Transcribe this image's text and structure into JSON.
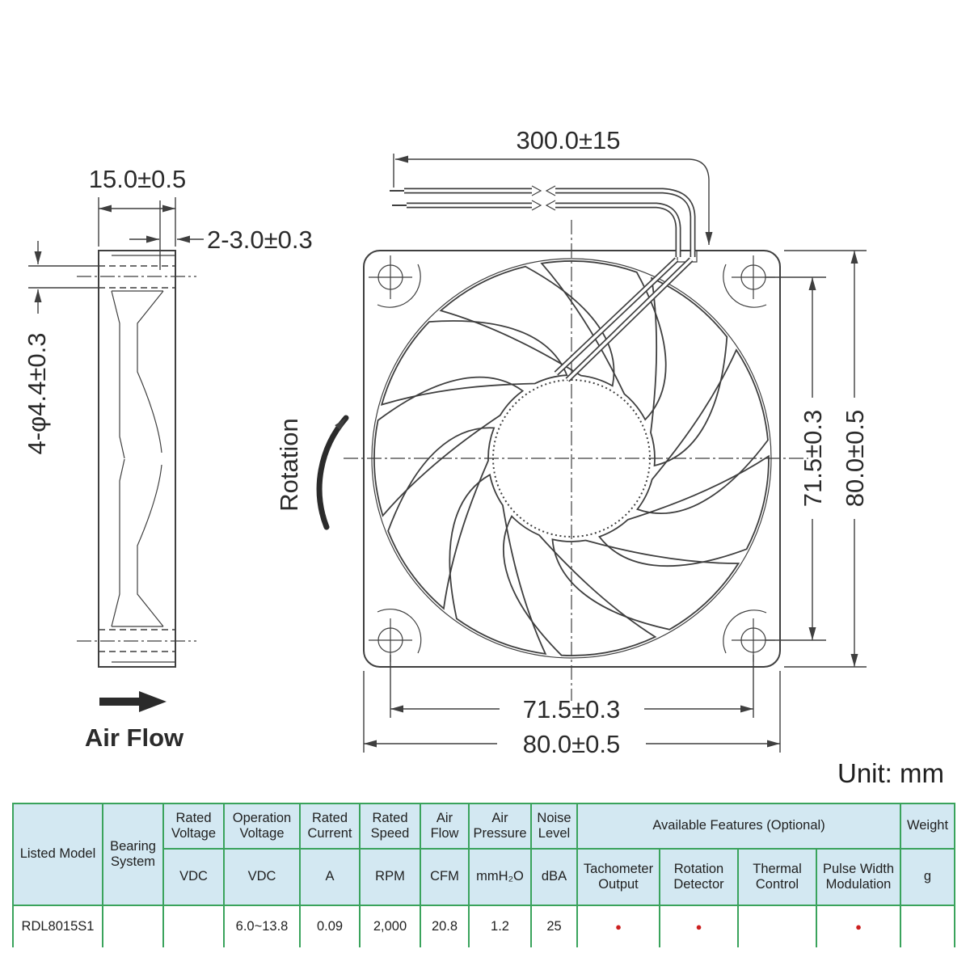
{
  "drawing": {
    "side_width": "15.0±0.5",
    "flange": "2-3.0±0.3",
    "hole": "4-φ4.4±0.3",
    "airflow": "Air Flow",
    "rotation": "Rotation",
    "wire": "300.0±15",
    "v_pitch": "71.5±0.3",
    "v_frame": "80.0±0.5",
    "h_pitch": "71.5±0.3",
    "h_frame": "80.0±0.5",
    "unit": "Unit: mm"
  },
  "colors": {
    "table_border": "#3aa35c",
    "header_fill": "#d3e8f2",
    "feature_dot": "#cc2020",
    "line": "#3f3f3f"
  },
  "table": {
    "header": {
      "listed_model": "Listed Model",
      "bearing_system": "Bearing System",
      "rated_voltage": "Rated Voltage",
      "operation_voltage": "Operation Voltage",
      "rated_current": "Rated Current",
      "rated_speed": "Rated Speed",
      "air_flow": "Air Flow",
      "air_pressure": "Air Pressure",
      "noise_level": "Noise Level",
      "available_features": "Available Features (Optional)",
      "weight": "Weight"
    },
    "units": {
      "rated_voltage": "VDC",
      "operation_voltage": "VDC",
      "rated_current": "A",
      "rated_speed": "RPM",
      "air_flow": "CFM",
      "air_pressure": "mmH₂O",
      "noise_level": "dBA",
      "weight": "g"
    },
    "features": {
      "tachometer_output": "Tachometer Output",
      "rotation_detector": "Rotation Detector",
      "thermal_control": "Thermal Control",
      "pulse_width_modulation": "Pulse Width Modulation"
    },
    "row": {
      "listed_model": "RDL8015S1",
      "bearing_system": "",
      "rated_voltage": "",
      "operation_voltage": "6.0~13.8",
      "rated_current": "0.09",
      "rated_speed": "2,000",
      "air_flow": "20.8",
      "air_pressure": "1.2",
      "noise_level": "25",
      "tachometer_output": "●",
      "rotation_detector": "●",
      "thermal_control": "",
      "pulse_width_modulation": "●",
      "weight": ""
    }
  }
}
